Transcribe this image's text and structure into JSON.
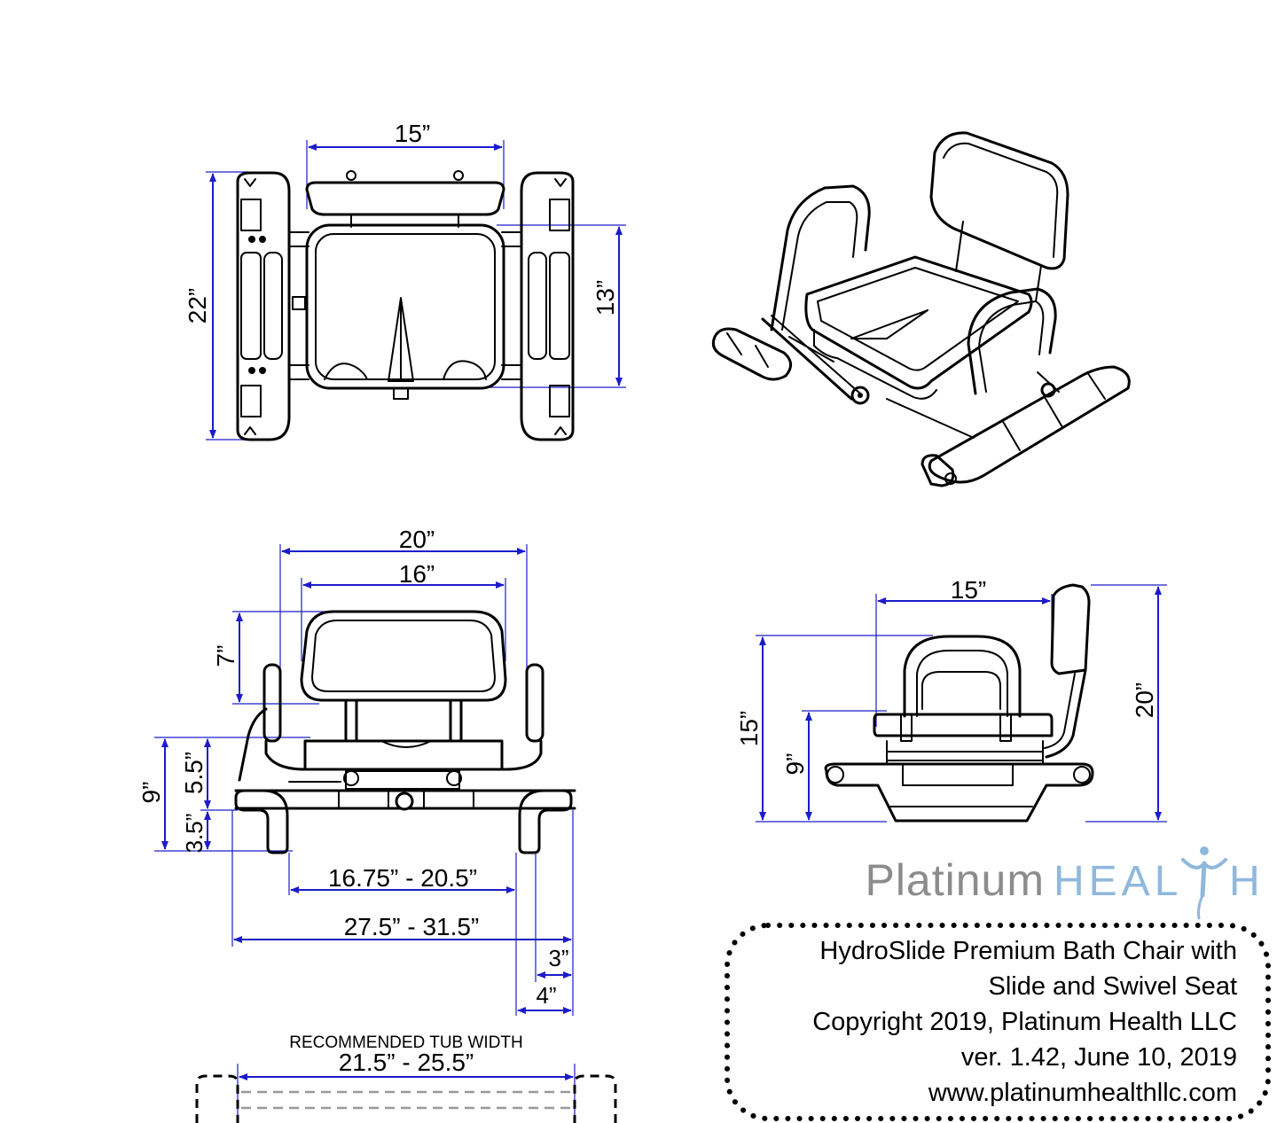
{
  "dimensions": {
    "top_view": {
      "seat_width": "15”",
      "overall_depth": "22”",
      "seat_depth": "13”"
    },
    "front_view": {
      "overall_width": "20”",
      "backrest_width": "16”",
      "backrest_height": "7”",
      "arm_height": "5.5”",
      "seat_height": "9”",
      "leg_height": "3.5”",
      "inner_span": "16.75” - 20.5”",
      "outer_span": "27.5” - 31.5”",
      "offset_a": "3”",
      "offset_b": "4”"
    },
    "side_view": {
      "seat_depth": "15”",
      "overall_height": "20”",
      "arm_height": "15”",
      "seat_height": "9”"
    }
  },
  "tub": {
    "label": "RECOMMENDED TUB WIDTH",
    "range": "21.5” - 25.5”"
  },
  "brand": {
    "part1": "Platinum",
    "part2": "HEAL",
    "part3": "H",
    "color_gray": "#8c8c8c",
    "color_blue": "#8fb8dc"
  },
  "caption": {
    "line1": "HydroSlide Premium Bath Chair with",
    "line2": "Slide and Swivel Seat",
    "line3": "Copyright 2019, Platinum Health LLC",
    "line4": "ver. 1.42, June 10, 2019",
    "line5": "www.platinumhealthllc.com"
  },
  "colors": {
    "dimension_line": "#1c1ccc",
    "drawing": "#000000"
  }
}
